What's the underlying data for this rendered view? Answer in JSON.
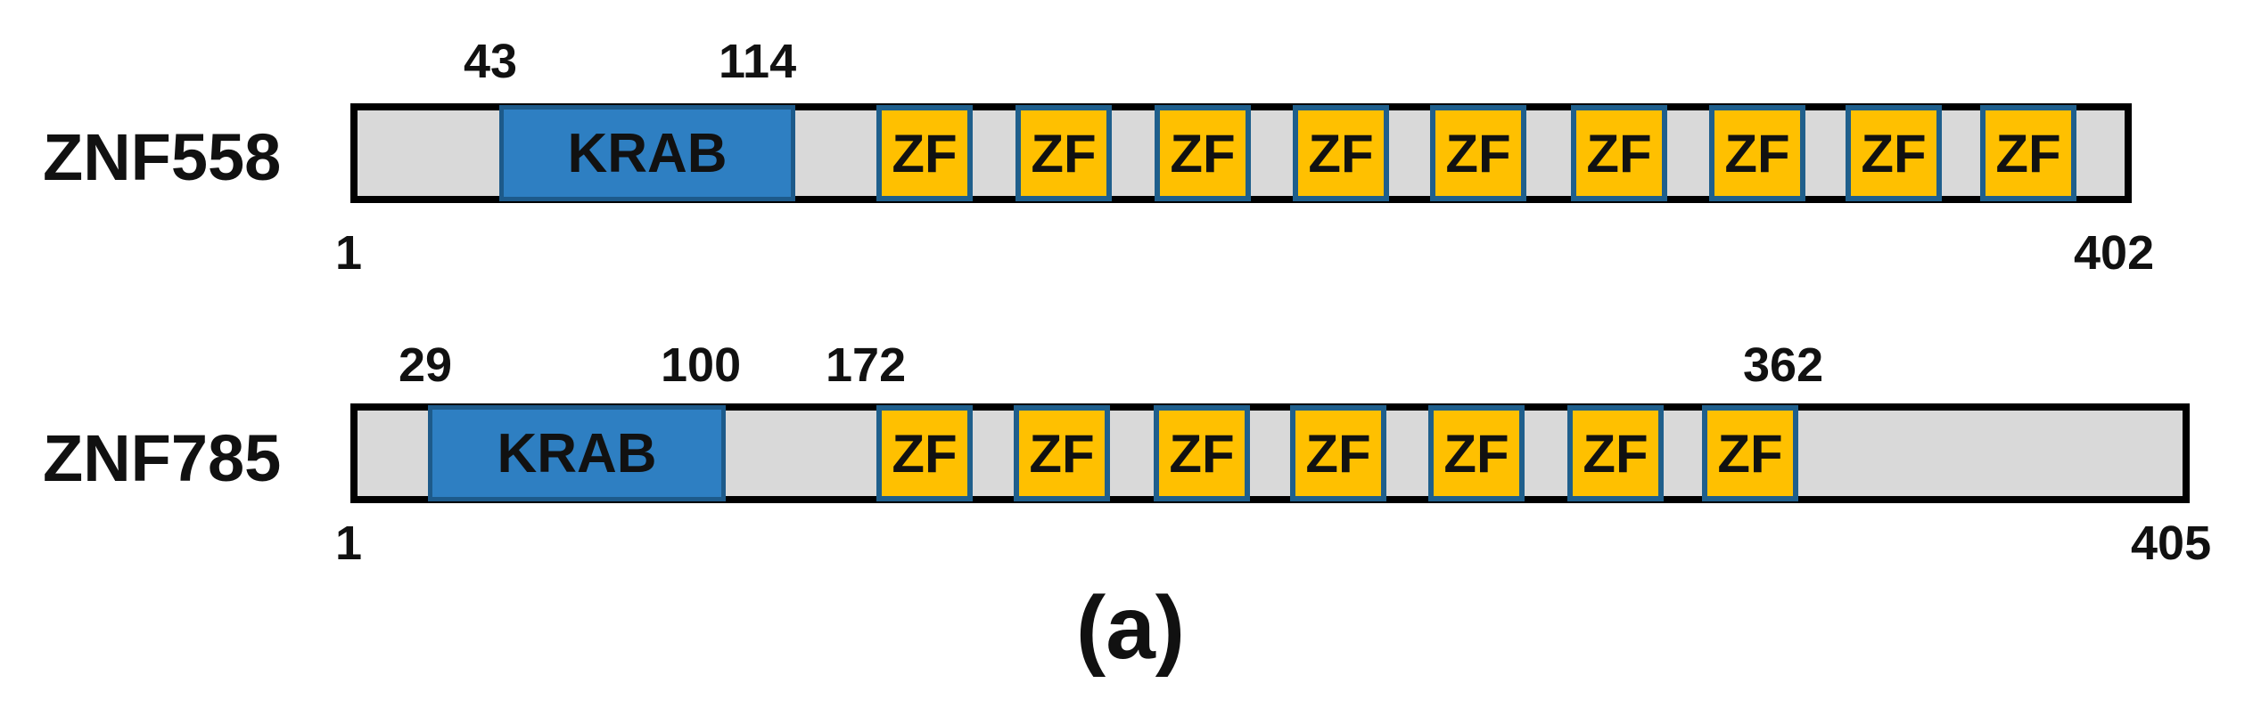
{
  "proteins": [
    {
      "name": "ZNF558",
      "start_label": "1",
      "end_label": "402",
      "domain_positions": [
        "43",
        "114"
      ],
      "krab_label": "KRAB",
      "zf_label": "ZF",
      "zf_count": 9
    },
    {
      "name": "ZNF785",
      "start_label": "1",
      "end_label": "405",
      "domain_positions": [
        "29",
        "100",
        "172",
        "362"
      ],
      "krab_label": "KRAB",
      "zf_label": "ZF",
      "zf_count": 7
    }
  ],
  "panel_label": "(a)",
  "colors": {
    "backbone": "#d9d9d9",
    "krab": "#2e7fc2",
    "zinc_finger": "#ffc000",
    "domain_border": "#1f5f8c"
  }
}
